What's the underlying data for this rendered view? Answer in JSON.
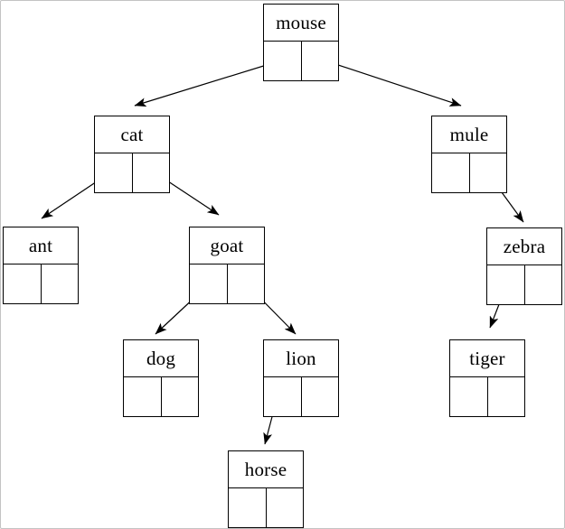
{
  "tree": {
    "description": "binary tree diagram of animal-name nodes with label cell and two pointer cells",
    "nodes": {
      "mouse": {
        "label": "mouse",
        "left_child": "cat",
        "right_child": "mule"
      },
      "cat": {
        "label": "cat",
        "left_child": "ant",
        "right_child": "goat"
      },
      "mule": {
        "label": "mule",
        "left_child": null,
        "right_child": "zebra"
      },
      "ant": {
        "label": "ant",
        "left_child": null,
        "right_child": null
      },
      "goat": {
        "label": "goat",
        "left_child": "dog",
        "right_child": "lion"
      },
      "zebra": {
        "label": "zebra",
        "left_child": "tiger",
        "right_child": null
      },
      "dog": {
        "label": "dog",
        "left_child": null,
        "right_child": null
      },
      "lion": {
        "label": "lion",
        "left_child": "horse",
        "right_child": null
      },
      "tiger": {
        "label": "tiger",
        "left_child": null,
        "right_child": null
      },
      "horse": {
        "label": "horse",
        "left_child": null,
        "right_child": null
      }
    },
    "edges": [
      {
        "from": "mouse",
        "slot": "left",
        "to": "cat"
      },
      {
        "from": "mouse",
        "slot": "right",
        "to": "mule"
      },
      {
        "from": "cat",
        "slot": "left",
        "to": "ant"
      },
      {
        "from": "cat",
        "slot": "right",
        "to": "goat"
      },
      {
        "from": "goat",
        "slot": "left",
        "to": "dog"
      },
      {
        "from": "goat",
        "slot": "right",
        "to": "lion"
      },
      {
        "from": "lion",
        "slot": "left",
        "to": "horse"
      },
      {
        "from": "mule",
        "slot": "right",
        "to": "zebra"
      },
      {
        "from": "zebra",
        "slot": "left",
        "to": "tiger"
      }
    ],
    "colors": {
      "line": "#000000",
      "text": "#000000",
      "background": "#ffffff",
      "frame_border": "#c3c3c3"
    }
  }
}
